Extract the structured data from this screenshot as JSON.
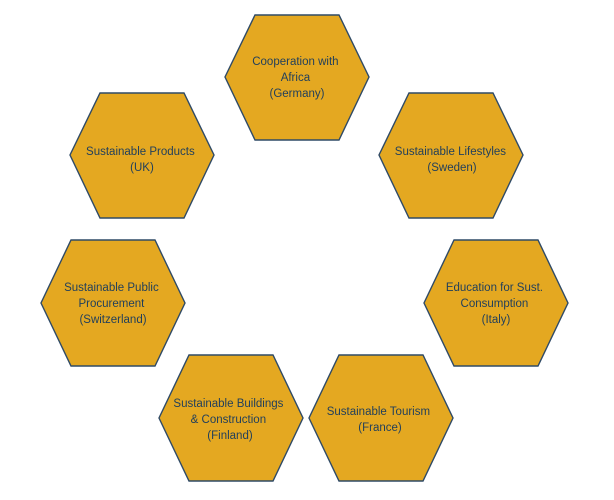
{
  "colors": {
    "hexagon_fill": "#E4A821",
    "hexagon_stroke": "#2F4A66",
    "text": "#1F3E5C",
    "background": "#FFFFFF"
  },
  "hexagons": [
    {
      "lines": [
        "Cooperation with",
        "Africa",
        "(Germany)"
      ]
    },
    {
      "lines": [
        "Sustainable Lifestyles",
        "(Sweden)"
      ]
    },
    {
      "lines": [
        "Education for Sust.",
        "Consumption",
        "(Italy)"
      ]
    },
    {
      "lines": [
        "Sustainable Tourism",
        "(France)"
      ]
    },
    {
      "lines": [
        "Sustainable Buildings",
        "& Construction",
        "(Finland)"
      ]
    },
    {
      "lines": [
        "Sustainable Public",
        "Procurement",
        "(Switzerland)"
      ]
    },
    {
      "lines": [
        "Sustainable Products",
        "(UK)"
      ]
    }
  ]
}
